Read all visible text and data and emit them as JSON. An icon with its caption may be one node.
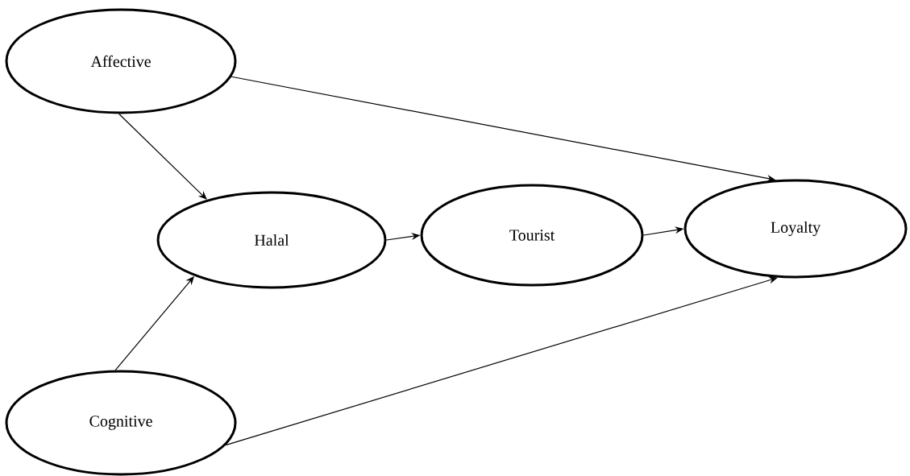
{
  "diagram": {
    "nodes": [
      {
        "text": [
          "Affective"
        ]
      },
      {
        "text": [
          "Halal"
        ]
      },
      {
        "text": [
          "Tourist"
        ]
      },
      {
        "text": [
          "Loyalty"
        ]
      },
      {
        "text": [
          "Cognitive"
        ]
      }
    ],
    "edges": [
      {
        "from": 0,
        "to": 1,
        "arrow": "to"
      },
      {
        "from": 0,
        "to": 3,
        "arrow": "to"
      },
      {
        "from": 4,
        "to": 1,
        "arrow": "to"
      },
      {
        "from": 4,
        "to": 3,
        "arrow": "to"
      },
      {
        "from": 1,
        "to": 2,
        "arrow": "to"
      },
      {
        "from": 2,
        "to": 3,
        "arrow": "to"
      }
    ]
  }
}
